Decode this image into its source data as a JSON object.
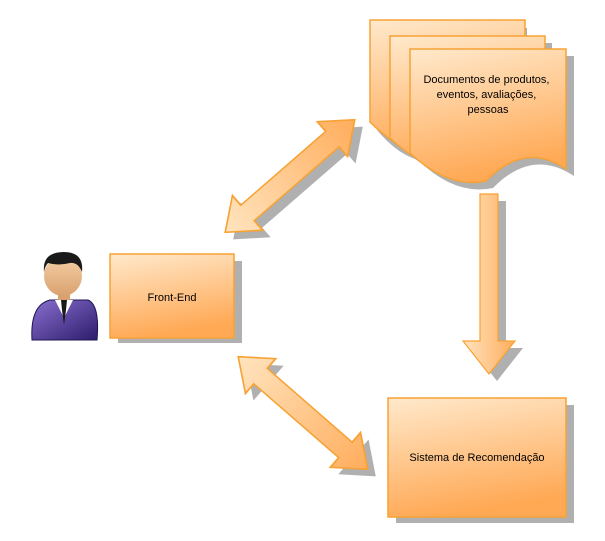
{
  "diagram": {
    "front_end": {
      "label": "Front-End"
    },
    "documents": {
      "lines": [
        "Documentos de produtos,",
        "eventos, avaliações,",
        "pessoas"
      ]
    },
    "recommender": {
      "label": "Sistema de Recomendação"
    }
  },
  "colors": {
    "fill_light": "#ffe9cc",
    "fill_dark": "#ffab55",
    "stroke": "#f7a234",
    "shadow": "#b0b0b0"
  },
  "icons": {
    "user": "business-person-icon"
  }
}
